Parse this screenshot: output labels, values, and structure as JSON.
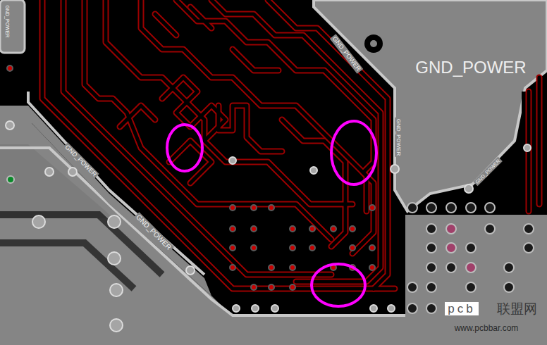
{
  "diagram": {
    "labels": [
      "GND_POWER",
      "GND_POWER",
      "GND_POWER",
      "GND_POWER",
      "GND_POWER",
      "GND_POWER",
      "GND_POWER",
      "pcb",
      "联盟网",
      "www.pcbbar.com"
    ]
  }
}
